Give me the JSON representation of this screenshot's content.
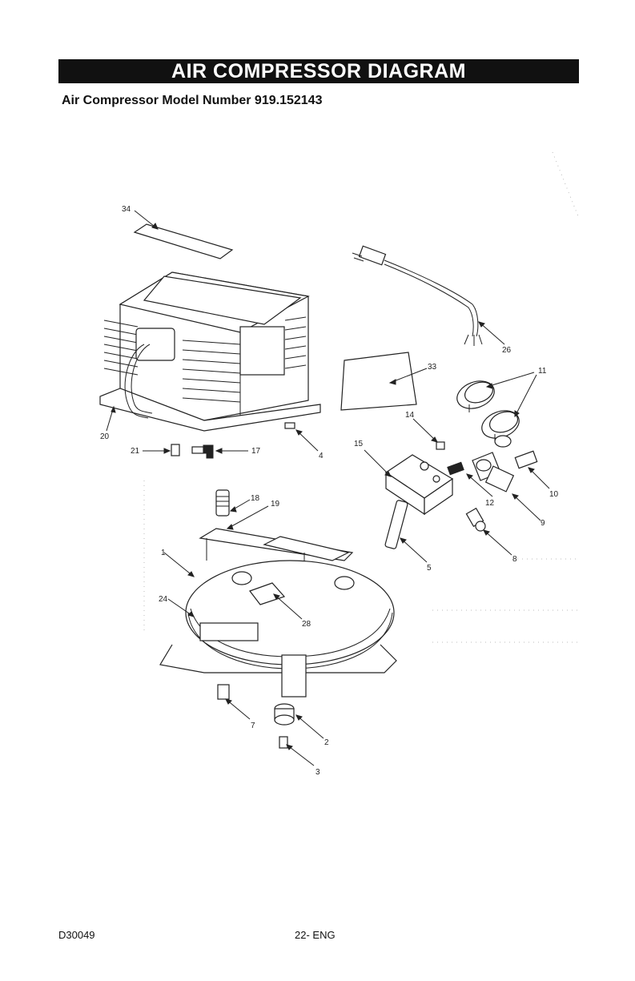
{
  "header": {
    "title": "AIR COMPRESSOR DIAGRAM",
    "subtitle": "Air Compressor Model Number 919.152143"
  },
  "callouts": {
    "c34": "34",
    "c26": "26",
    "c33": "33",
    "c11": "11",
    "c20": "20",
    "c21": "21",
    "c17": "17",
    "c4": "4",
    "c14": "14",
    "c15": "15",
    "c10": "10",
    "c18": "18",
    "c19": "19",
    "c12": "12",
    "c9": "9",
    "c8": "8",
    "c1": "1",
    "c5": "5",
    "c24": "24",
    "c28": "28",
    "c7": "7",
    "c2": "2",
    "c3": "3"
  },
  "footer": {
    "doc_code": "D30049",
    "page": "22- ENG"
  }
}
